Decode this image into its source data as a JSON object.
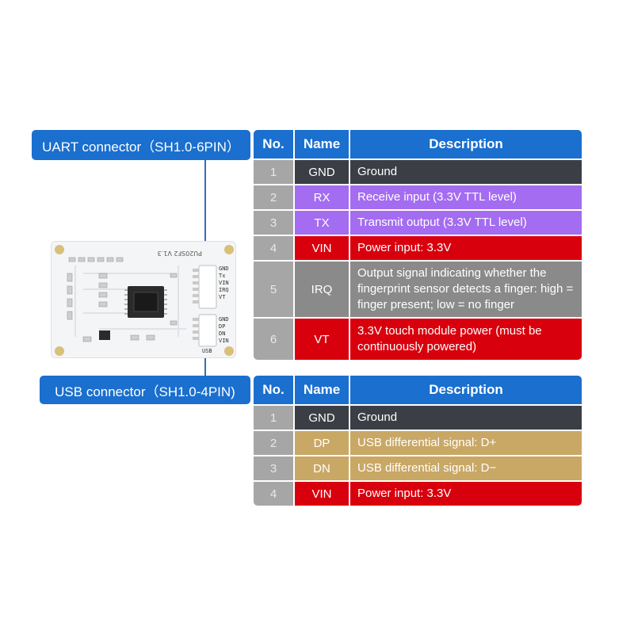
{
  "labels": {
    "uart": "UART connector（SH1.0-6PIN）",
    "usb": "USB connector（SH1.0-4PIN)"
  },
  "colors": {
    "header": "#1a6fcf",
    "number_cell": "#a6a6a6",
    "dark": "#3b3e44",
    "purple": "#a46cf0",
    "red": "#d9000d",
    "gray": "#8a8a8a",
    "gold": "#c9a765"
  },
  "uart_table": {
    "headers": {
      "no": "No.",
      "name": "Name",
      "description": "Description"
    },
    "rows": [
      {
        "no": "1",
        "name": "GND",
        "description": "Ground",
        "color": "dark"
      },
      {
        "no": "2",
        "name": "RX",
        "description": "Receive input (3.3V TTL level)",
        "color": "purple"
      },
      {
        "no": "3",
        "name": "TX",
        "description": "Transmit output (3.3V TTL level)",
        "color": "purple"
      },
      {
        "no": "4",
        "name": "VIN",
        "description": "Power input: 3.3V",
        "color": "red"
      },
      {
        "no": "5",
        "name": "IRQ",
        "description": "Output signal indicating whether the fingerprint sensor detects a finger: high = finger present; low = no finger",
        "color": "gray"
      },
      {
        "no": "6",
        "name": "VT",
        "description": "3.3V touch module power (must be continuously powered)",
        "color": "red"
      }
    ]
  },
  "usb_table": {
    "headers": {
      "no": "No.",
      "name": "Name",
      "description": "Description"
    },
    "rows": [
      {
        "no": "1",
        "name": "GND",
        "description": "Ground",
        "color": "dark"
      },
      {
        "no": "2",
        "name": "DP",
        "description": "USB differential signal: D+",
        "color": "gold"
      },
      {
        "no": "3",
        "name": "DN",
        "description": "USB differential signal: D−",
        "color": "gold"
      },
      {
        "no": "4",
        "name": "VIN",
        "description": "Power input: 3.3V",
        "color": "red"
      }
    ]
  },
  "board": {
    "silkscreen_model": "PU20SF2 V1.3",
    "uart_pins": [
      "GND",
      "Tx",
      "VIN",
      "IRQ",
      "VT"
    ],
    "usb_pins": [
      "GND",
      "DP",
      "DN",
      "VIN"
    ],
    "usb_mark": "USB"
  }
}
